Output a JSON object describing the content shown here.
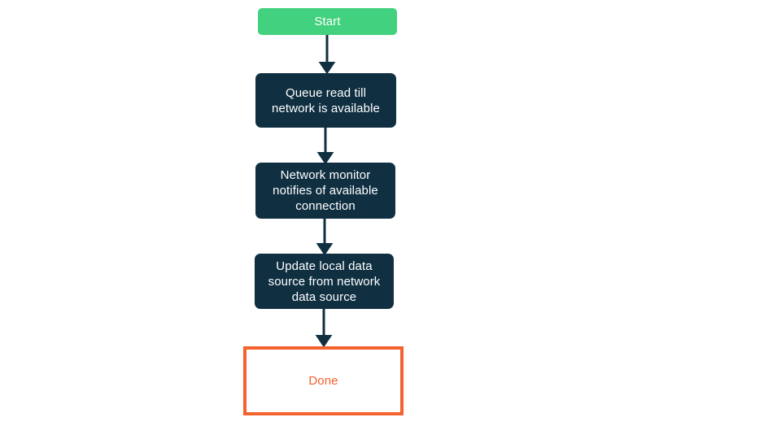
{
  "diagram": {
    "type": "flowchart",
    "orientation": "top-to-bottom",
    "background_color": "#ffffff",
    "nodes": [
      {
        "id": "start",
        "label": "Start",
        "shape": "rounded-rectangle",
        "fill_color": "#42D17E",
        "text_color": "#ffffff",
        "border_color": "#42D17E"
      },
      {
        "id": "queue",
        "label": "Queue read till\nnetwork is available",
        "shape": "rounded-rectangle",
        "fill_color": "#103042",
        "text_color": "#ffffff",
        "border_color": "#103042"
      },
      {
        "id": "monitor",
        "label": "Network monitor\nnotifies of available\nconnection",
        "shape": "rounded-rectangle",
        "fill_color": "#103042",
        "text_color": "#ffffff",
        "border_color": "#103042"
      },
      {
        "id": "update",
        "label": "Update local data\nsource from network\ndata source",
        "shape": "rounded-rectangle",
        "fill_color": "#103042",
        "text_color": "#ffffff",
        "border_color": "#103042"
      },
      {
        "id": "done",
        "label": "Done",
        "shape": "rectangle",
        "fill_color": "#ffffff",
        "text_color": "#F4622E",
        "border_color": "#F4622E"
      }
    ],
    "edges": [
      {
        "from": "start",
        "to": "queue",
        "label": "",
        "color": "#103042",
        "arrowhead": "solid-triangle"
      },
      {
        "from": "queue",
        "to": "monitor",
        "label": "",
        "color": "#103042",
        "arrowhead": "solid-triangle"
      },
      {
        "from": "monitor",
        "to": "update",
        "label": "",
        "color": "#103042",
        "arrowhead": "solid-triangle"
      },
      {
        "from": "update",
        "to": "done",
        "label": "",
        "color": "#103042",
        "arrowhead": "solid-triangle"
      }
    ]
  }
}
